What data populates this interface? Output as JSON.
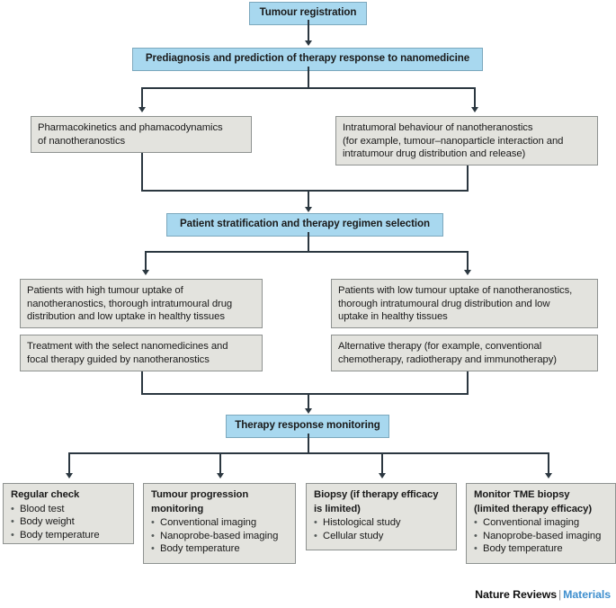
{
  "diagram": {
    "title": "Tumour registration",
    "nodes": {
      "tumour_registration": "Tumour registration",
      "prediagnosis": "Prediagnosis and prediction of therapy response to nanomedicine",
      "pk_pd": {
        "line1": "Pharmacokinetics and phamacodynamics",
        "line2": "of nanotheranostics"
      },
      "intratumoral": {
        "line1": "Intratumoral behaviour of nanotheranostics",
        "line2": "(for example, tumour–nanoparticle interaction and",
        "line3": "intratumour drug distribution and release)"
      },
      "stratification": "Patient stratification and therapy regimen selection",
      "high_uptake": {
        "line1": "Patients with high tumour uptake of",
        "line2": "nanotheranostics, thorough intratumoural drug",
        "line3": "distribution and low uptake in healthy tissues"
      },
      "low_uptake": {
        "line1": "Patients with low tumour uptake of nanotheranostics,",
        "line2": "thorough intratumoural drug distribution and low",
        "line3": "uptake in healthy tissues"
      },
      "treatment_select": {
        "line1": "Treatment with the select nanomedicines and",
        "line2": "focal therapy guided by nanotheranostics"
      },
      "alternative_therapy": {
        "line1": "Alternative therapy (for example, conventional",
        "line2": "chemotherapy, radiotherapy and immunotherapy)"
      },
      "therapy_monitoring": "Therapy response monitoring"
    },
    "monitoring_boxes": [
      {
        "heading": "Regular check",
        "heading_line2": "",
        "items": [
          "Blood test",
          "Body weight",
          "Body temperature"
        ]
      },
      {
        "heading": "Tumour progression",
        "heading_line2": "monitoring",
        "items": [
          "Conventional imaging",
          "Nanoprobe-based imaging",
          "Body temperature"
        ]
      },
      {
        "heading": "Biopsy (if therapy efficacy",
        "heading_line2": "is limited)",
        "items": [
          "Histological study",
          "Cellular study"
        ]
      },
      {
        "heading": "Monitor TME biopsy",
        "heading_line2": "(limited therapy efficacy)",
        "items": [
          "Conventional imaging",
          "Nanoprobe-based imaging",
          "Body temperature"
        ]
      }
    ]
  },
  "footer": {
    "journal": "Nature Reviews",
    "separator": "|",
    "section": "Materials"
  },
  "colors": {
    "blue_fill": "#a8d8ef",
    "blue_border": "#7ca8bd",
    "gray_fill": "#e3e3de",
    "gray_border": "#8e9290",
    "connector": "#2b3740",
    "accent_link": "#3f8fce"
  }
}
